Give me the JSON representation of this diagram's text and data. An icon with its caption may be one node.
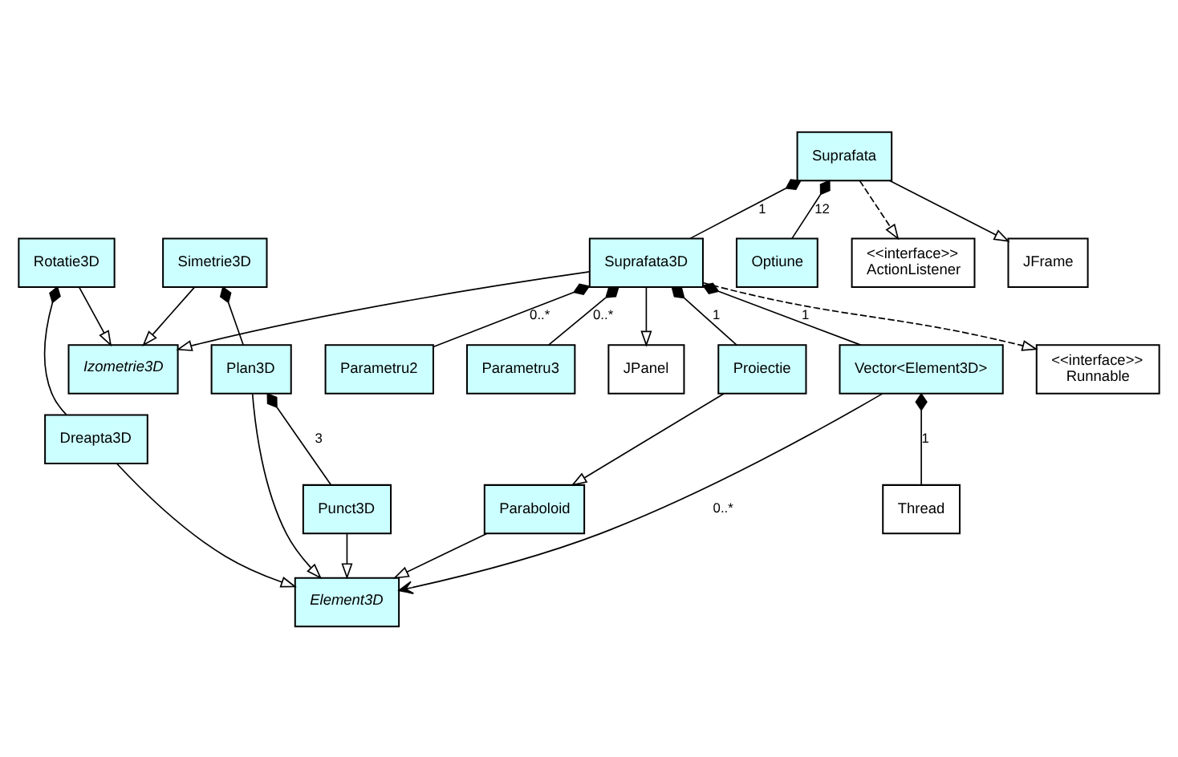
{
  "diagram": {
    "nodes": [
      {
        "text": [
          "Dreapta3D"
        ]
      },
      {
        "text": [
          "Element3D"
        ]
      },
      {
        "text": [
          "Paraboloid"
        ]
      },
      {
        "text": [
          "Izometrie3D"
        ]
      },
      {
        "text": [
          "Plan3D"
        ]
      },
      {
        "text": [
          "Vector<Element3D>"
        ]
      },
      {
        "text": [
          "Thread"
        ]
      },
      {
        "text": [
          "Rotatie3D"
        ]
      },
      {
        "text": [
          "Punct3D"
        ]
      },
      {
        "text": [
          "Suprafata3D"
        ]
      },
      {
        "text": [
          "Proiectie"
        ]
      },
      {
        "text": [
          "Simetrie3D"
        ]
      },
      {
        "text": [
          "<<interface>>",
          "Runnable"
        ]
      },
      {
        "text": [
          "Suprafata"
        ]
      },
      {
        "text": [
          "Optiune"
        ]
      },
      {
        "text": [
          "<<interface>>",
          "ActionListener"
        ]
      },
      {
        "text": [
          "Parametru2"
        ]
      },
      {
        "text": [
          "JFrame"
        ]
      },
      {
        "text": [
          "Parametru3"
        ]
      },
      {
        "text": [
          "JPanel"
        ]
      }
    ],
    "edges": [
      {
        "from": 0,
        "to": 1,
        "arrow": "to"
      },
      {
        "from": 2,
        "to": 1,
        "arrow": "to"
      },
      {
        "from": 4,
        "to": 1,
        "arrow": "to"
      },
      {
        "from": 8,
        "to": 1,
        "arrow": "to"
      },
      {
        "from": 5,
        "to": 1,
        "arrow": "to",
        "label": "0..*"
      },
      {
        "from": 7,
        "to": 0,
        "arrow": "other"
      },
      {
        "from": 5,
        "to": 6,
        "arrow": "other",
        "label": "1"
      },
      {
        "from": 10,
        "to": 2,
        "arrow": "to"
      },
      {
        "from": 7,
        "to": 3,
        "arrow": "to"
      },
      {
        "from": 11,
        "to": 3,
        "arrow": "to"
      },
      {
        "from": 9,
        "to": 3,
        "arrow": "to"
      },
      {
        "from": 11,
        "to": 4,
        "arrow": "other"
      },
      {
        "from": 4,
        "to": 8,
        "arrow": "other",
        "label": "3"
      },
      {
        "from": 9,
        "to": 5,
        "arrow": "other",
        "label": "1"
      },
      {
        "from": 9,
        "to": 10,
        "arrow": "other",
        "label": "1"
      },
      {
        "from": 9,
        "to": 16,
        "arrow": "other",
        "label": "0..*"
      },
      {
        "from": 9,
        "to": 12,
        "arrow": "to",
        "style": "dashed"
      },
      {
        "from": 13,
        "to": 9,
        "arrow": "other",
        "label": "1"
      },
      {
        "from": 13,
        "to": 14,
        "arrow": "other",
        "label": "12"
      },
      {
        "from": 13,
        "to": 15,
        "arrow": "to",
        "style": "dashed"
      },
      {
        "from": 13,
        "to": 17,
        "arrow": "to"
      },
      {
        "from": 9,
        "to": 18,
        "arrow": "other",
        "label": "0..*"
      },
      {
        "from": 9,
        "to": 19,
        "arrow": "to"
      }
    ]
  }
}
